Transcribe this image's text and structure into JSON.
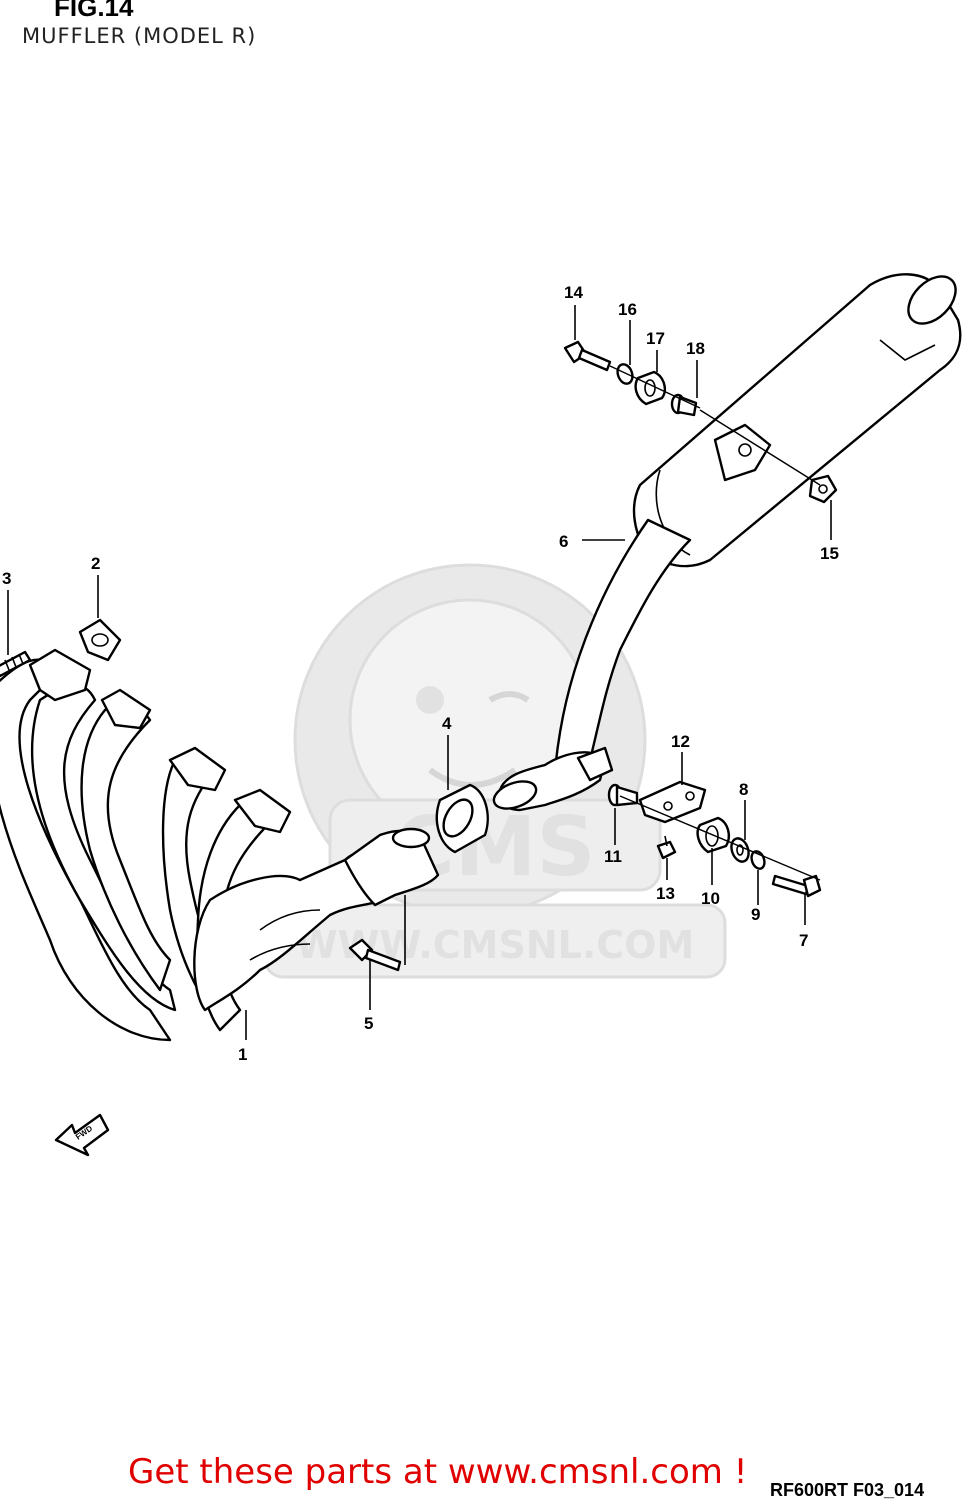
{
  "header": {
    "figure_number": "FIG.14",
    "figure_title": "MUFFLER (MODEL R)"
  },
  "watermark": {
    "logo_text": "CMS",
    "url_text": "WWW.CMSNL.COM"
  },
  "direction_marker": "FWD",
  "callouts": [
    "1",
    "2",
    "3",
    "4",
    "5",
    "6",
    "7",
    "8",
    "9",
    "10",
    "11",
    "12",
    "13",
    "14",
    "16",
    "17",
    "18",
    "15"
  ],
  "footer": {
    "link_text": "Get these parts at www.cmsnl.com !",
    "drawing_code": "RF600RT F03_014"
  },
  "colors": {
    "footer_link": "#e00000",
    "watermark": "#e0e0e0",
    "line_art": "#000000"
  }
}
